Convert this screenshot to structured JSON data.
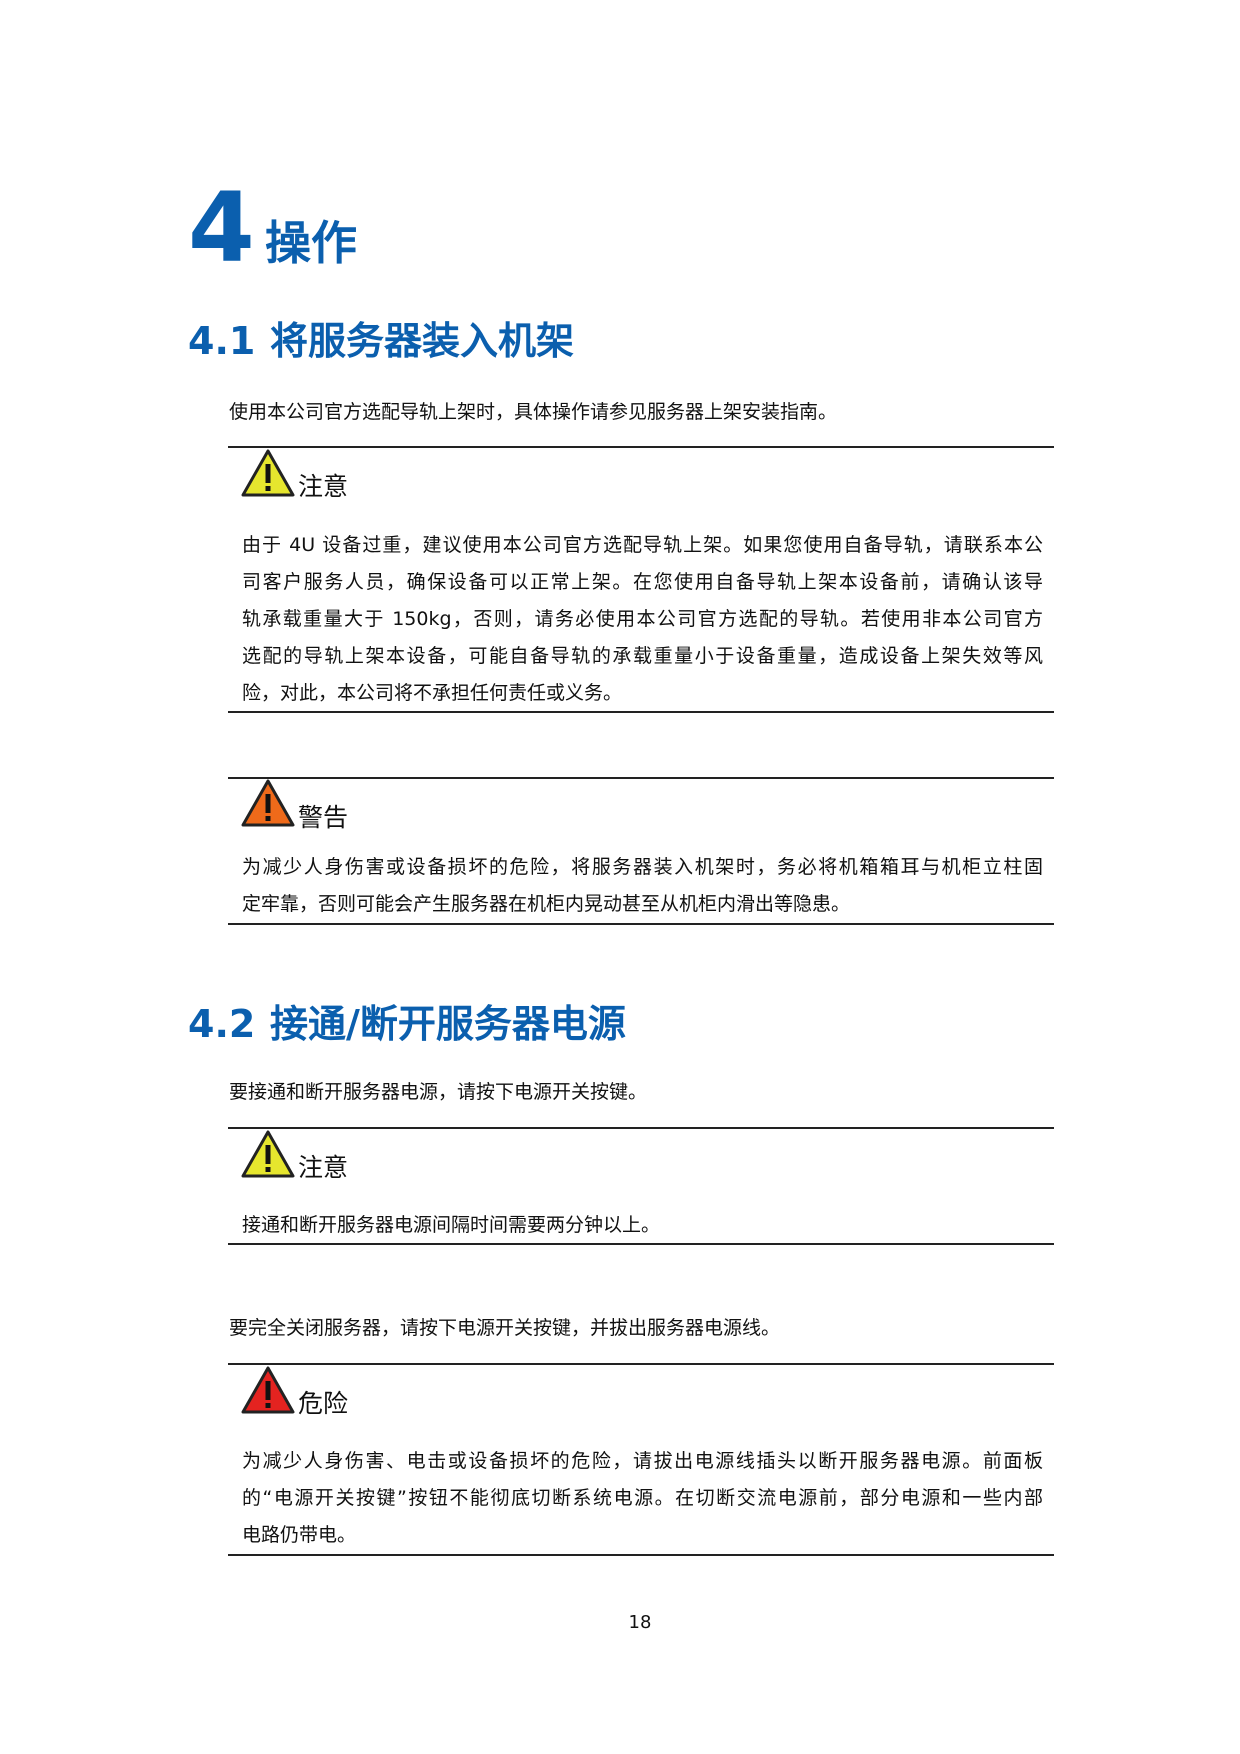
{
  "chapter": {
    "number": "4",
    "title": "操作"
  },
  "sections": [
    {
      "number": "4.1",
      "title": "将服务器装入机架",
      "intro": "使用本公司官方选配导轨上架时，具体操作请参见服务器上架安装指南。"
    },
    {
      "number": "4.2",
      "title": "接通/断开服务器电源",
      "intro": "要接通和断开服务器电源，请按下电源开关按键。",
      "intro2": "要完全关闭服务器，请按下电源开关按键，并拔出服务器电源线。"
    }
  ],
  "notices": [
    {
      "type": "caution",
      "icon": "warning-triangle-icon",
      "color": "#e6e62e",
      "label": "注意",
      "lines": [
        "由于 4U 设备过重，建议使用本公司官方选配导轨上架。如果您使用自备导轨，请联系本公",
        "司客户服务人员，确保设备可以正常上架。在您使用自备导轨上架本设备前，请确认该导",
        "轨承载重量大于 150kg，否则，请务必使用本公司官方选配的导轨。若使用非本公司官方",
        "选配的导轨上架本设备，可能自备导轨的承载重量小于设备重量，造成设备上架失效等风",
        "险，对此，本公司将不承担任何责任或义务。"
      ]
    },
    {
      "type": "warning",
      "icon": "warning-triangle-icon",
      "color": "#ef6a1a",
      "label": "警告",
      "lines": [
        "为减少人身伤害或设备损坏的危险，将服务器装入机架时，务必将机箱箱耳与机柜立柱固",
        "定牢靠，否则可能会产生服务器在机柜内晃动甚至从机柜内滑出等隐患。"
      ]
    },
    {
      "type": "caution",
      "icon": "warning-triangle-icon",
      "color": "#e6e62e",
      "label": "注意",
      "lines": [
        "接通和断开服务器电源间隔时间需要两分钟以上。"
      ]
    },
    {
      "type": "danger",
      "icon": "warning-triangle-icon",
      "color": "#e42320",
      "label": "危险",
      "lines": [
        "为减少人身伤害、电击或设备损坏的危险，请拔出电源线插头以断开服务器电源。前面板",
        "的“电源开关按键”按钮不能彻底切断系统电源。在切断交流电源前，部分电源和一些内部",
        "电路仍带电。"
      ]
    }
  ],
  "page_number": "18"
}
